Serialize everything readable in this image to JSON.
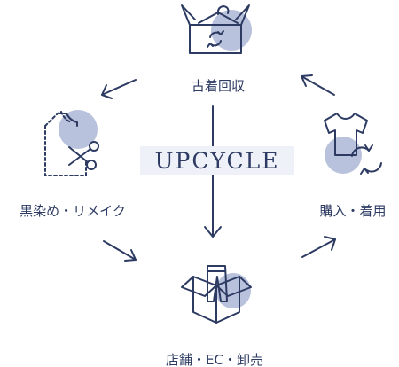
{
  "center": {
    "label": "UPCYCLE"
  },
  "nodes": {
    "collect": {
      "label": "古着回収",
      "icon": "box-with-hanger-icon"
    },
    "buy": {
      "label": "購入・着用",
      "icon": "tshirt-recycle-icon"
    },
    "sell": {
      "label": "店舗・EC・卸売",
      "icon": "box-with-pants-icon"
    },
    "remake": {
      "label": "黒染め・リメイク",
      "icon": "pattern-scissors-icon"
    }
  },
  "colors": {
    "stroke": "#2d3b63",
    "accent_circle": "#b9c2dc",
    "center_glow": "#eef1f7"
  }
}
